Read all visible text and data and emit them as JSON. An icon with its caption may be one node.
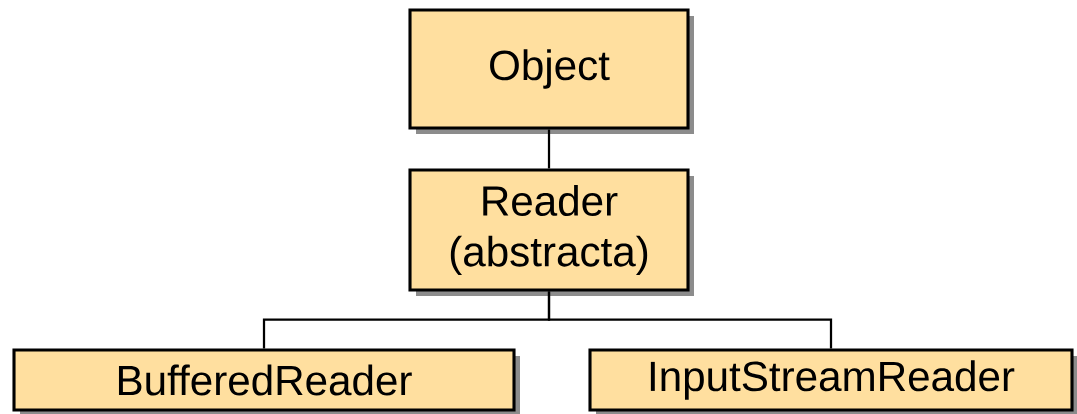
{
  "diagram": {
    "nodes": [
      {
        "text": [
          "Object"
        ]
      },
      {
        "text": [
          "Reader (abstracta)"
        ]
      },
      {
        "text": [
          "BufferedReader"
        ]
      },
      {
        "text": [
          "InputStreamReader"
        ]
      }
    ],
    "edges": [
      {
        "from": 0,
        "to": 1,
        "arrow": "none"
      },
      {
        "from": 1,
        "to": 2,
        "arrow": "none"
      },
      {
        "from": 1,
        "to": 3,
        "arrow": "none"
      }
    ]
  }
}
